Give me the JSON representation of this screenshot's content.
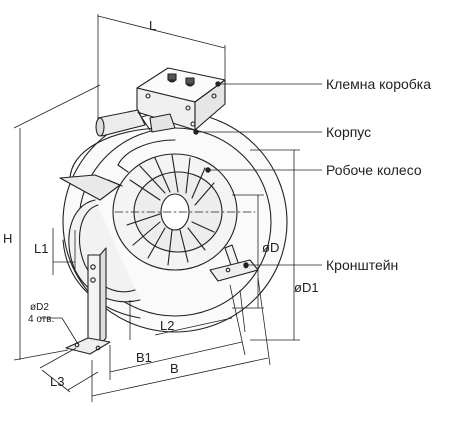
{
  "callouts": {
    "terminal_box": "Клемна коробка",
    "housing": "Корпус",
    "impeller": "Робоче колесо",
    "bracket": "Кронштейн"
  },
  "dimensions": {
    "L": "L",
    "H": "H",
    "L1": "L1",
    "L2": "L2",
    "L3": "L3",
    "B": "B",
    "B1": "B1",
    "D": "øD",
    "D1": "øD1",
    "D2": "øD2",
    "holes": "4 отв."
  }
}
